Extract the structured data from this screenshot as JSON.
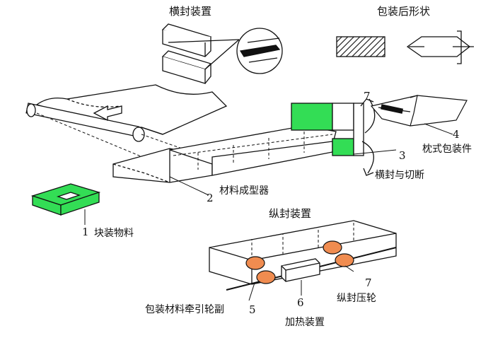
{
  "labels": {
    "transverse_seal_device": "横封装置",
    "post_pack_shape": "包装后形状",
    "longitudinal_seal_device": "纵封装置",
    "material_former": "材料成型器",
    "pillow_package": "枕式包装件",
    "cross_seal_and_cut": "横封与切断",
    "block_material": "块装物料",
    "film_pull_roller_pair": "包装材料牵引轮副",
    "heating_device": "加热装置",
    "longitudinal_press_wheel": "纵封压轮"
  },
  "numbers": {
    "n1": "1",
    "n2": "2",
    "n3": "3",
    "n4": "4",
    "n5": "5",
    "n6": "6",
    "n7": "7"
  },
  "colors": {
    "seal_jaw_green": "#33dd55",
    "block_green": "#33dd55",
    "roller_orange": "#f08c50",
    "line": "#111111"
  }
}
